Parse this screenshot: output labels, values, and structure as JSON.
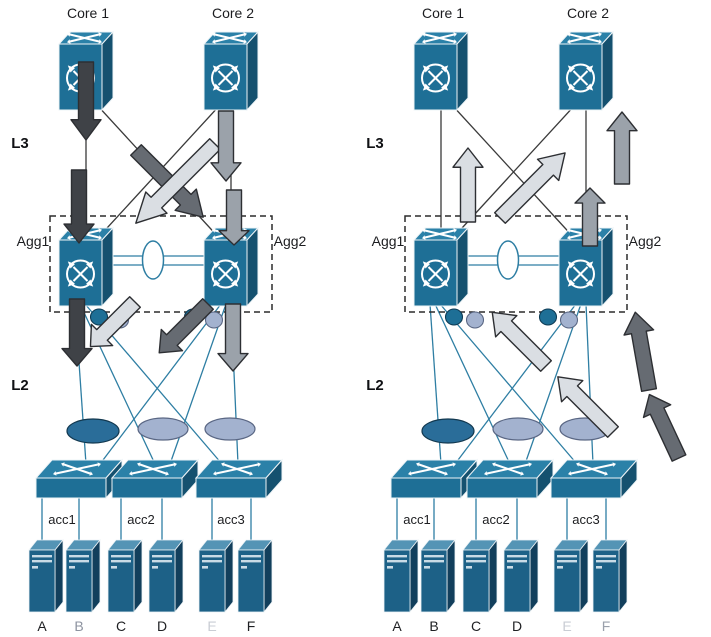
{
  "palette": {
    "switch_front": "#1e6f96",
    "switch_top": "#2b81a8",
    "switch_side": "#15516f",
    "l3_link": "#3a3a3a",
    "l2_link": "#2e7ea3",
    "arrow_dark": "#3f4247",
    "arrow_mid_dark": "#666b72",
    "arrow_mid": "#9ba2aa",
    "arrow_light": "#dadee3",
    "oval_dark": "#2a6d99",
    "oval_light": "#a3b2cf"
  },
  "left": {
    "flow": "downstream",
    "core1_label": "Core 1",
    "core2_label": "Core 2",
    "l3_label": "L3",
    "l2_label": "L2",
    "agg1_label": "Agg1",
    "agg2_label": "Agg2",
    "access_labels": [
      "acc1",
      "acc2",
      "acc3"
    ],
    "server_labels": [
      {
        "text": "A",
        "color": "#1f2023"
      },
      {
        "text": "B",
        "color": "#8d93a0"
      },
      {
        "text": "C",
        "color": "#1f2023"
      },
      {
        "text": "D",
        "color": "#1f2023"
      },
      {
        "text": "E",
        "color": "#c9cdd4"
      },
      {
        "text": "F",
        "color": "#1f2023"
      }
    ]
  },
  "right": {
    "flow": "upstream",
    "core1_label": "Core 1",
    "core2_label": "Core 2",
    "l3_label": "L3",
    "l2_label": "L2",
    "agg1_label": "Agg1",
    "agg2_label": "Agg2",
    "access_labels": [
      "acc1",
      "acc2",
      "acc3"
    ],
    "server_labels": [
      {
        "text": "A",
        "color": "#1f2023"
      },
      {
        "text": "B",
        "color": "#1f2023"
      },
      {
        "text": "C",
        "color": "#1f2023"
      },
      {
        "text": "D",
        "color": "#1f2023"
      },
      {
        "text": "E",
        "color": "#c9cdd4"
      },
      {
        "text": "F",
        "color": "#9aa0ab"
      }
    ]
  }
}
